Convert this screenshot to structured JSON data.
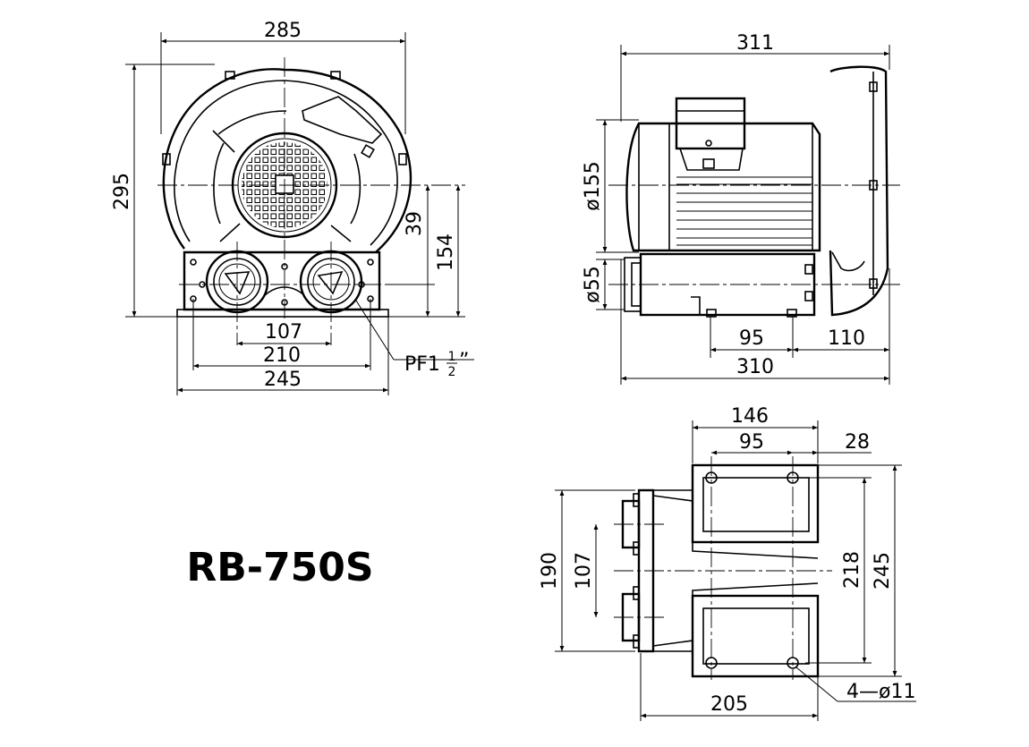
{
  "model": "RB-750S",
  "front_view": {
    "width": "285",
    "height": "295",
    "center_offset": "39",
    "center_height": "154",
    "port_spacing": "107",
    "hole_spacing": "210",
    "base_width": "245",
    "port_label": "PF1",
    "port_fraction_num": "1",
    "port_fraction_den": "2",
    "port_quote": "”"
  },
  "side_view": {
    "overall_length": "311",
    "motor_diameter": "ø155",
    "port_diameter": "ø55",
    "slot_length": "95",
    "end_offset": "110",
    "base_length": "310"
  },
  "bottom_view": {
    "hole_length": "146",
    "hole_pitch": "95",
    "edge_offset": "28",
    "overall_width": "190",
    "port_spacing": "107",
    "hole_span": "218",
    "base_width": "245",
    "base_length": "205",
    "hole_callout": "4—ø11"
  }
}
